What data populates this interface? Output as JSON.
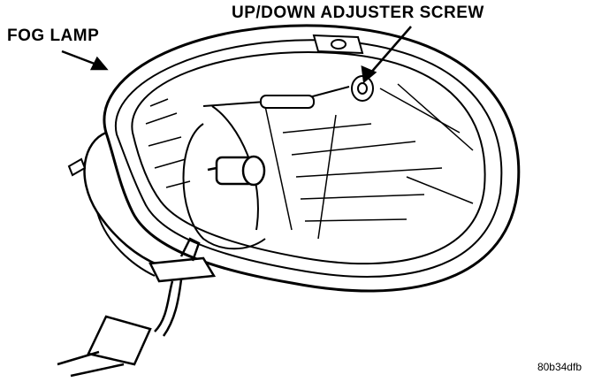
{
  "labels": {
    "fog_lamp": "FOG LAMP",
    "adjuster_screw": "UP/DOWN ADJUSTER SCREW"
  },
  "figure_code": "80b34dfb",
  "colors": {
    "ink": "#000000",
    "paper": "#ffffff"
  }
}
